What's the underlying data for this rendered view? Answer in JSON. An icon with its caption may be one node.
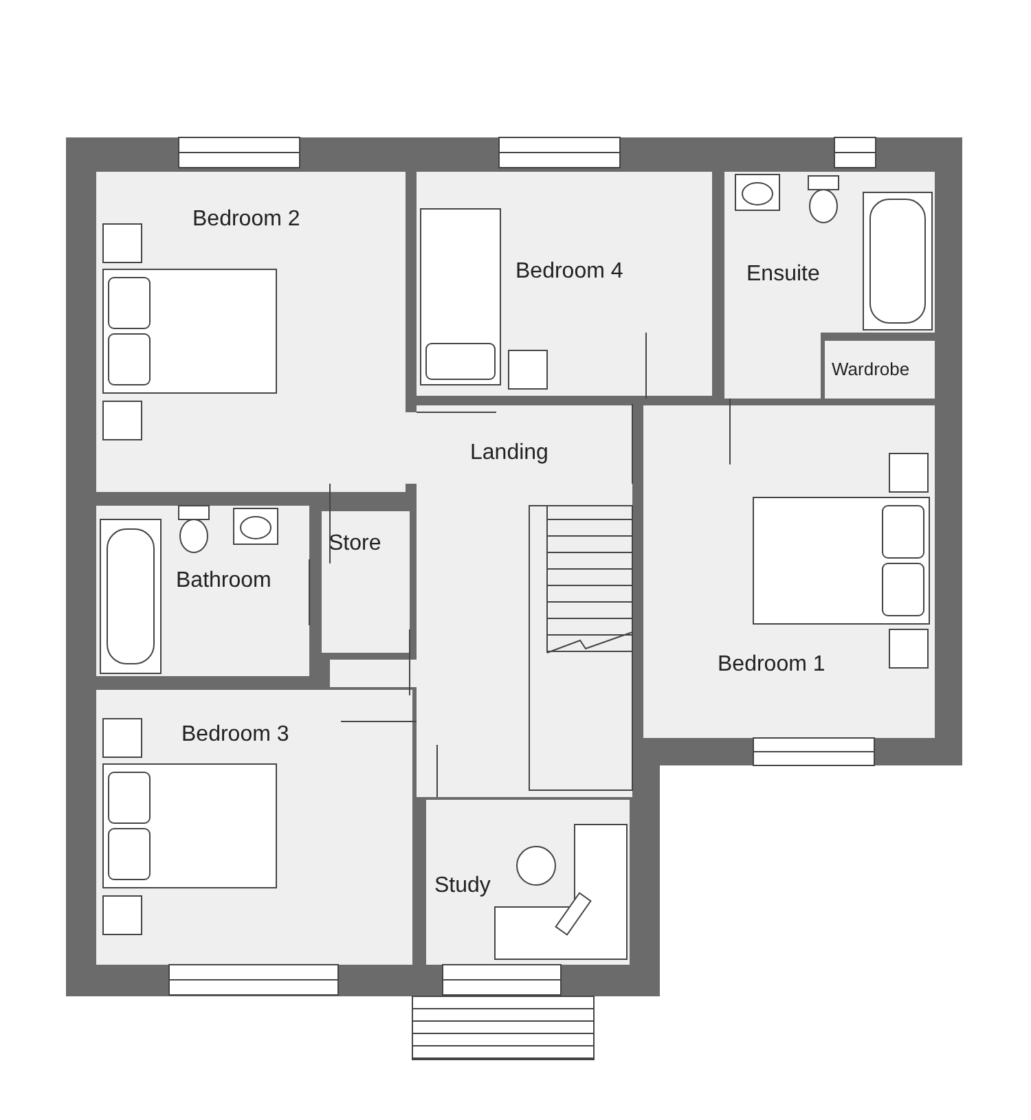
{
  "diagram": {
    "nodes": [
      {
        "text": [
          "Bedroom 2"
        ]
      },
      {
        "text": [
          "Bedroom 4"
        ]
      },
      {
        "text": [
          "Ensuite"
        ]
      },
      {
        "text": [
          "Wardrobe"
        ]
      },
      {
        "text": [
          "Landing"
        ]
      },
      {
        "text": [
          "Store"
        ]
      },
      {
        "text": [
          "Bathroom"
        ]
      },
      {
        "text": [
          "Bedroom 1"
        ]
      },
      {
        "text": [
          "Bedroom 3"
        ]
      },
      {
        "text": [
          "Study"
        ]
      }
    ]
  }
}
